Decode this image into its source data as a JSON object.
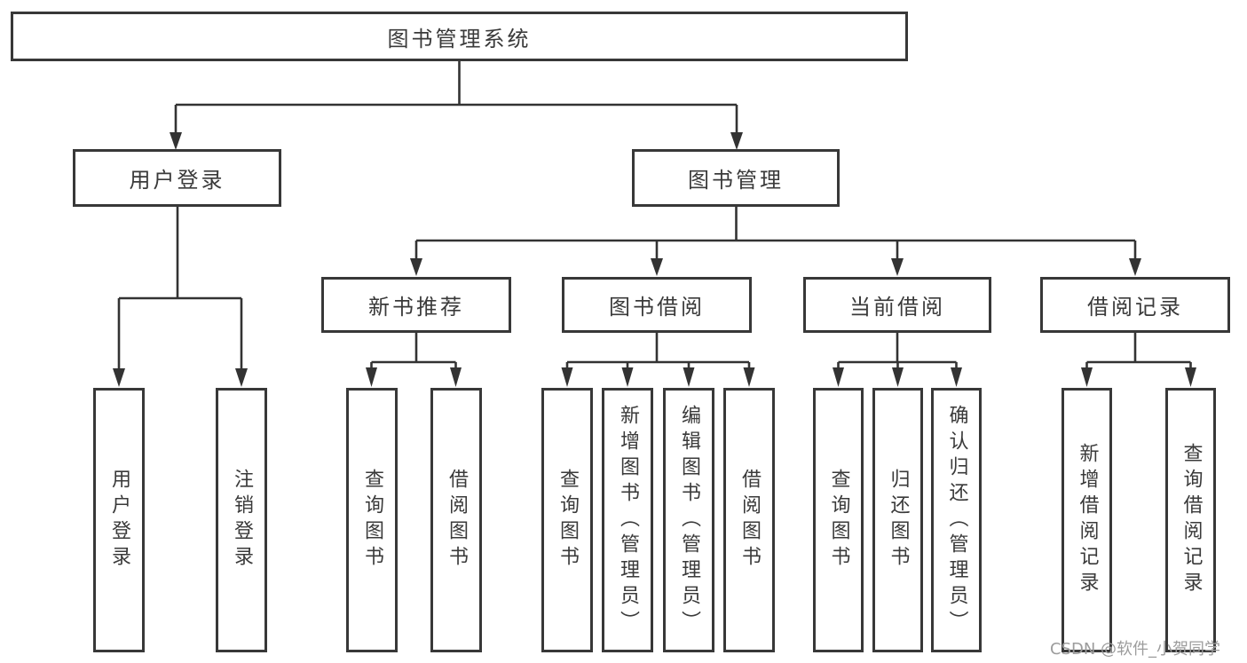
{
  "diagram": {
    "title": "图书管理系统",
    "watermark": "CSDN @软件_小贺同学",
    "colors": {
      "line": "#333333",
      "border": "#383838",
      "text": "#3a3a3a",
      "watermark": "#9c9c9c",
      "background": "#ffffff"
    },
    "branches": {
      "user_login": {
        "label": "用户登录",
        "children": [
          "用户登录",
          "注销登录"
        ]
      },
      "book_mgmt": {
        "label": "图书管理",
        "sections": [
          {
            "label": "新书推荐",
            "children": [
              "查询图书",
              "借阅图书"
            ]
          },
          {
            "label": "图书借阅",
            "children": [
              "查询图书",
              "新增图书（管理员）",
              "编辑图书（管理员）",
              "借阅图书"
            ]
          },
          {
            "label": "当前借阅",
            "children": [
              "查询图书",
              "归还图书",
              "确认归还（管理员）"
            ]
          },
          {
            "label": "借阅记录",
            "children": [
              "新增借阅记录",
              "查询借阅记录"
            ]
          }
        ]
      }
    }
  }
}
